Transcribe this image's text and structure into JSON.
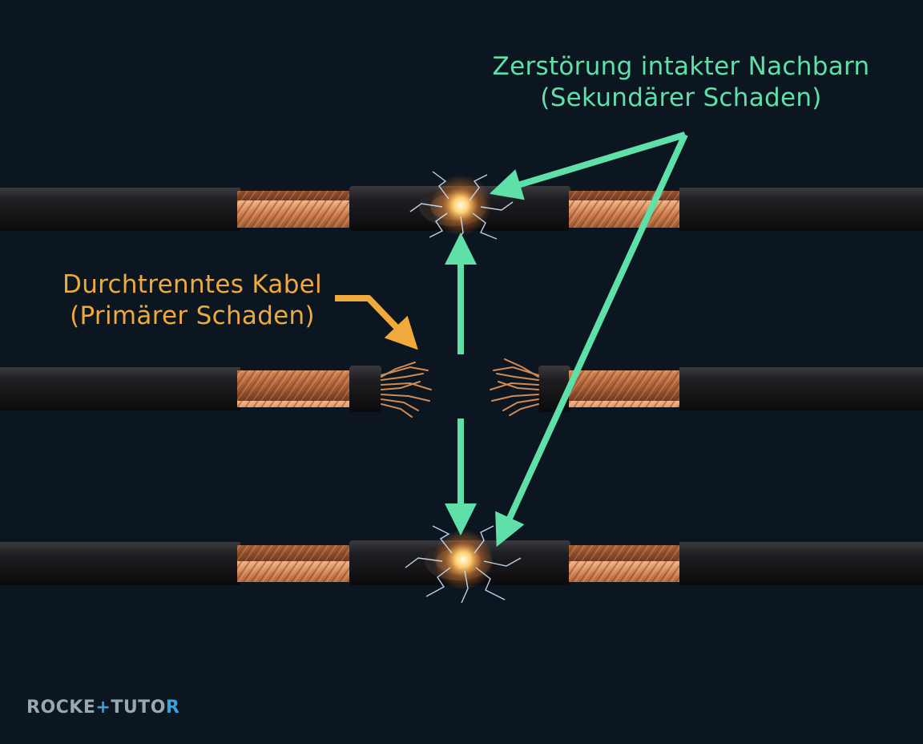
{
  "labels": {
    "secondary_line1": "Zerstörung intakter Nachbarn",
    "secondary_line2": "(Sekundärer Schaden)",
    "primary_line1": "Durchtrenntes Kabel",
    "primary_line2": "(Primärer Schaden)"
  },
  "brand": {
    "part1": "ROCKE",
    "plus": "+",
    "part2": "TUTO",
    "part3": "R"
  },
  "colors": {
    "background": "#0b1620",
    "secondary_accent": "#5fe0a8",
    "primary_accent": "#f0a93c",
    "cable_jacket": "#1c1c1f",
    "copper": "#c97a4a",
    "spark": "#ffcf70",
    "logo_text": "#9aa7b2",
    "logo_accent": "#3da0d8"
  },
  "cables": [
    {
      "id": "top",
      "state": "damaged-by-neighbor"
    },
    {
      "id": "middle",
      "state": "severed"
    },
    {
      "id": "bottom",
      "state": "damaged-by-neighbor"
    }
  ]
}
